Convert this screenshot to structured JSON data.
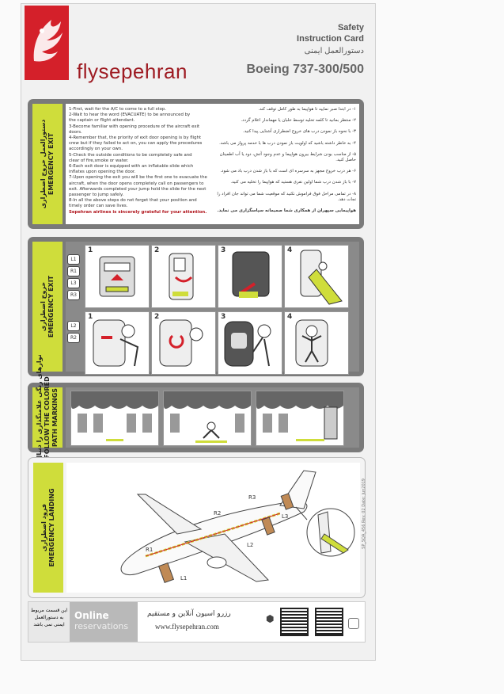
{
  "header": {
    "brand": "flysepehran",
    "title_en_1": "Safety",
    "title_en_2": "Instruction Card",
    "title_fa": "دستورالعمل ایمنی",
    "aircraft": "Boeing 737-300/500"
  },
  "sections": {
    "exit_text": {
      "tab_fa": "دستورالعمل خروج اضطراری",
      "tab_en": "EMERGENCY EXIT",
      "lines_en": [
        "1-First, wait for the A/C to come to a full stop.",
        "2-Wait to hear the word (EVACUATE) to be announced by",
        "the captain or flight attendant.",
        "3-Become familiar with opening procedure of the aircraft exit",
        "doors.",
        "4-Remember that, the priority of exit door opening is by flight",
        "crew but if they failed to act on, you can apply the procedures",
        "accordingly on your own.",
        "5-Check the outside conditions to be completely safe and",
        "clear of fire,smoke or water.",
        "6-Each exit door is equipped with an inflatable slide which",
        "inflates upon opening the door.",
        "7-Upon opening the exit you will be the first one to evacuate the",
        "aircraft, when the door opens completely call on passengers to",
        "exit. Afterwards completed your jump hold the slide for the next",
        "passenger to jump safely.",
        "8-In all the above steps do not forget that your position and",
        "timely order can save lives."
      ],
      "closing_en": "Sepehran airlines is sincerely grateful for your attention.",
      "lines_fa": [
        "۱- در ابتدا صبر نمایید تا هواپیما به طور کامل توقف کند.",
        "۲- منتظر بمانید تا کلمه تخلیه توسط خلبان یا مهماندار اعلام گردد.",
        "۳- با نحوه باز نمودن درب های خروج اضطراری آشنایی پیدا کنید.",
        "۴- به خاطر داشته باشید که اولویت باز نمودن درب ها با خدمه پرواز می باشد.",
        "۵- از مناسب بودن شرایط بیرون هواپیما و عدم وجود آتش، دود یا آب اطمینان حاصل کنید.",
        "۶- هر درب خروج مجهز به سرسره ای است که با باز شدن درب باد می شود.",
        "۷- با باز شدن درب شما اولین نفری هستید که هواپیما را تخلیه می کنید.",
        "۸- در تمامی مراحل فوق فراموش نکنید که موقعیت شما می تواند جان افراد را نجات دهد."
      ],
      "closing_fa": "هواپیمایی سپهران از همکاری شما صمیمانه سپاسگزاری می نماید."
    },
    "exit_diagram": {
      "tab_fa": "خروج اضطراری",
      "tab_en": "EMERGENCY EXIT",
      "doors_top": [
        "L1",
        "R1",
        "L3",
        "R3"
      ],
      "doors_bottom": [
        "L2",
        "R2"
      ],
      "top_panels": [
        "1",
        "2",
        "3",
        "4"
      ],
      "bottom_panels": [
        "1",
        "2",
        "3",
        "4"
      ]
    },
    "path": {
      "tab_fa": "نوارهای رنگی علامتگذاری را دنبال نمایید",
      "tab_en_1": "FOLLOW THE COLORED",
      "tab_en_2": "PATH MARKINGS"
    },
    "landing": {
      "tab_fa": "فرود اضطراری",
      "tab_en": "EMERGENCY LANDING",
      "door_labels": [
        "R1",
        "R2",
        "R3",
        "L1",
        "L2",
        "L3"
      ],
      "side_note": "SP_SQA_456 Rev: 02 Date: Jun2019"
    }
  },
  "footer": {
    "fa_left_1": "این قسمت مربوط",
    "fa_left_2": "به دستورالعمل",
    "fa_left_3": "ایمنی نمی باشد",
    "online": "Online",
    "reservations": "reservations",
    "fa_center": "رزرو اسیون آنلاین و مستقیم",
    "website": "www.flysepehran.com"
  }
}
